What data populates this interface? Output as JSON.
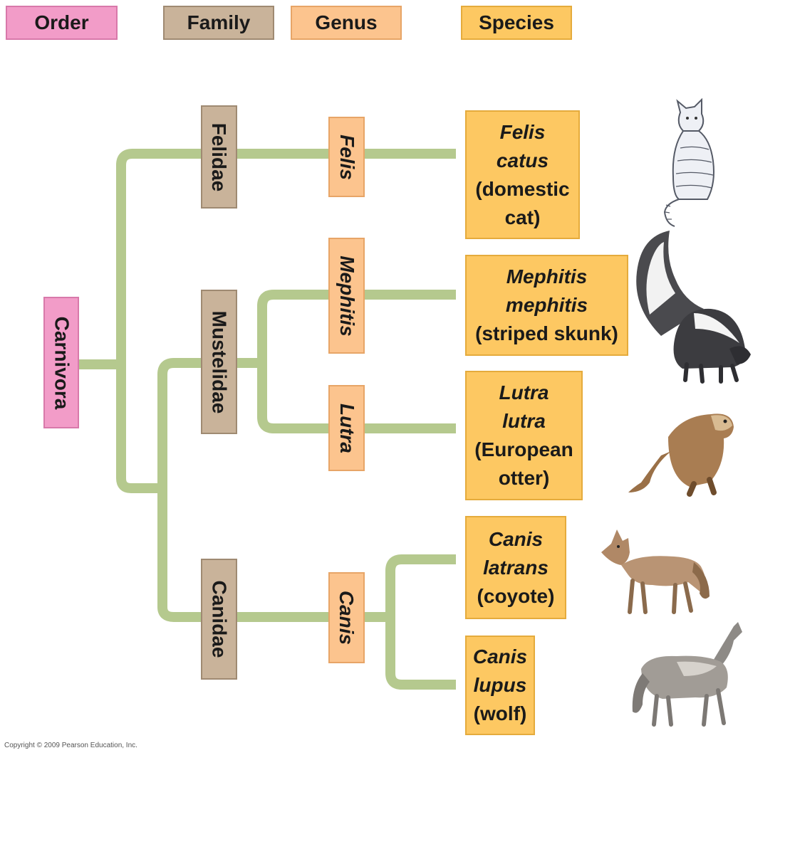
{
  "legend": {
    "order": "Order",
    "family": "Family",
    "genus": "Genus",
    "species": "Species"
  },
  "order_name": "Carnivora",
  "families": {
    "felidae": "Felidae",
    "mustelidae": "Mustelidae",
    "canidae": "Canidae"
  },
  "genera": {
    "felis": "Felis",
    "mephitis": "Mephitis",
    "lutra": "Lutra",
    "canis": "Canis"
  },
  "species": {
    "felis_catus": {
      "genus_word": "Felis",
      "epithet": "catus",
      "common_1": "(domestic",
      "common_2": "cat)"
    },
    "mephitis_mephitis": {
      "genus_word": "Mephitis",
      "epithet": "mephitis",
      "common": "(striped skunk)"
    },
    "lutra_lutra": {
      "genus_word": "Lutra",
      "epithet": "lutra",
      "common_1": "(European",
      "common_2": "otter)"
    },
    "canis_latrans": {
      "genus_word": "Canis",
      "epithet": "latrans",
      "common": "(coyote)"
    },
    "canis_lupus": {
      "genus_word": "Canis",
      "epithet": "lupus",
      "common": "(wolf)"
    }
  },
  "copyright": "Copyright © 2009 Pearson Education, Inc.",
  "colors": {
    "branch": "#b5c98e",
    "order": "#f29cc8",
    "family": "#c9b39a",
    "genus": "#fcc48e",
    "species": "#fdc862"
  },
  "icons": [
    "cat-illustration",
    "skunk-illustration",
    "otter-illustration",
    "coyote-illustration",
    "wolf-illustration"
  ]
}
